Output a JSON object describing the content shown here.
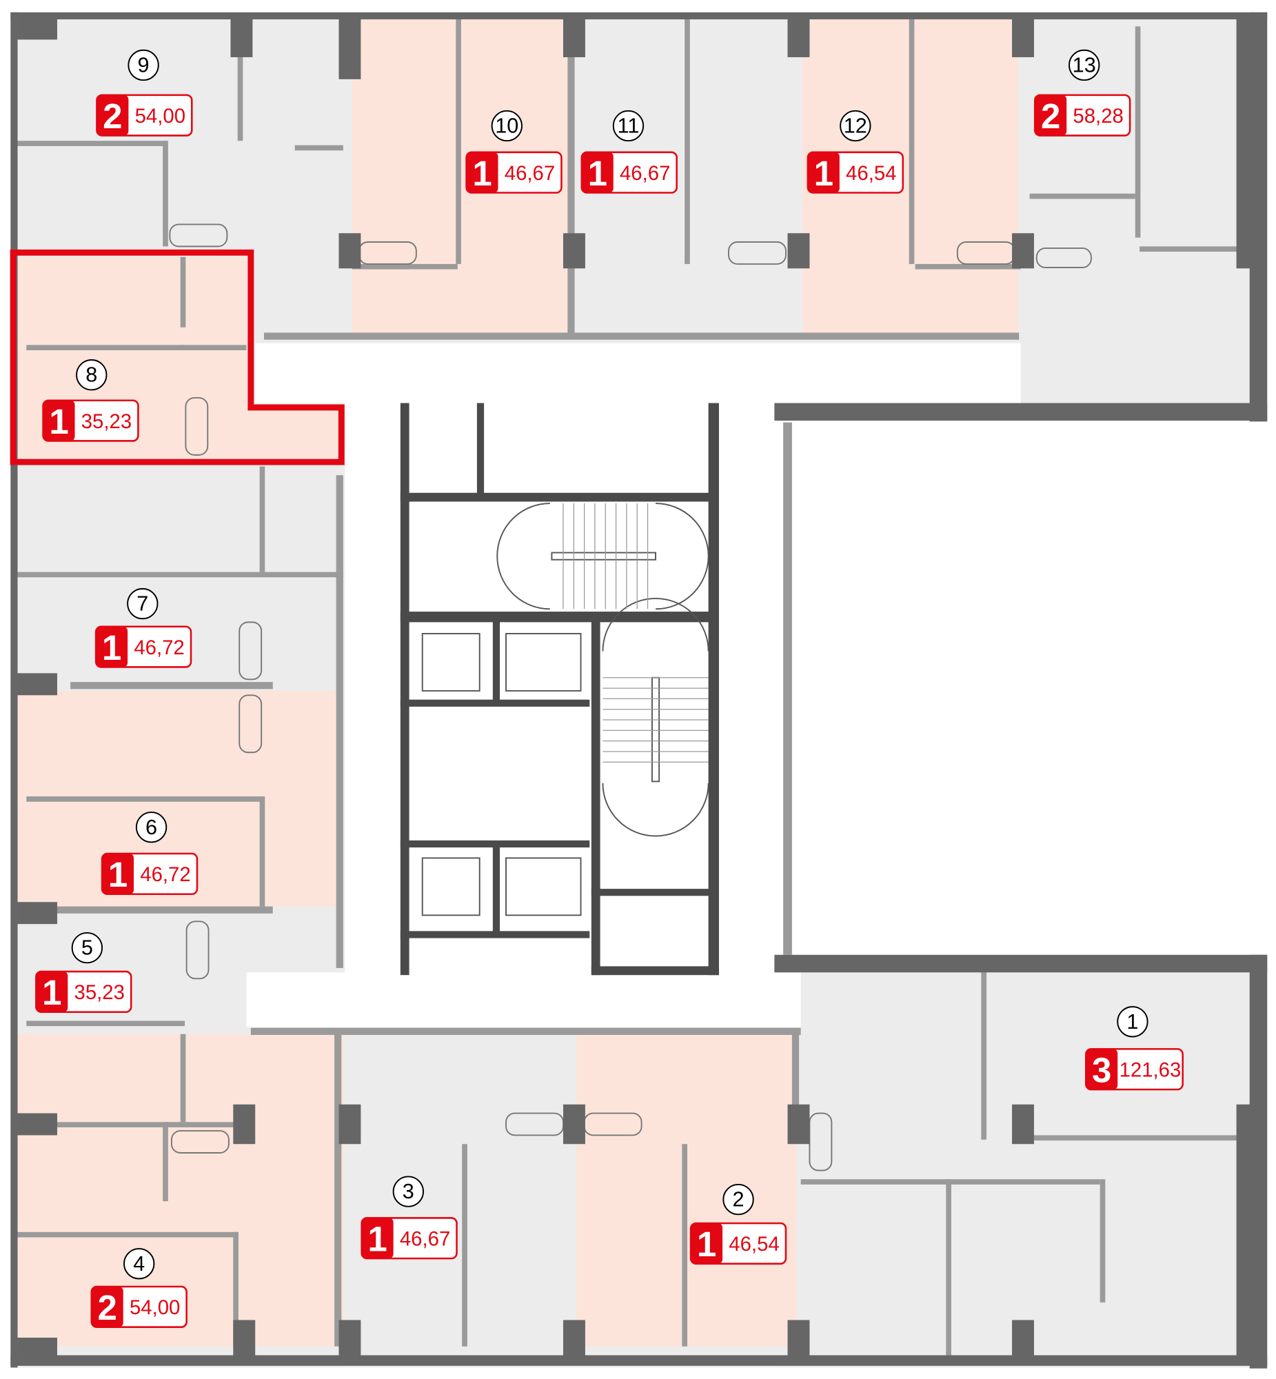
{
  "colors": {
    "accent": "#e30613",
    "sold": "#ececec",
    "available": "#fce4da",
    "wall_dark": "#666666",
    "wall_light": "#9a9a9a"
  },
  "selected_apartment": "8",
  "apartments": [
    {
      "number": "1",
      "rooms": "3",
      "area": "121,63"
    },
    {
      "number": "2",
      "rooms": "1",
      "area": "46,54"
    },
    {
      "number": "3",
      "rooms": "1",
      "area": "46,67"
    },
    {
      "number": "4",
      "rooms": "2",
      "area": "54,00"
    },
    {
      "number": "5",
      "rooms": "1",
      "area": "35,23"
    },
    {
      "number": "6",
      "rooms": "1",
      "area": "46,72"
    },
    {
      "number": "7",
      "rooms": "1",
      "area": "46,72"
    },
    {
      "number": "8",
      "rooms": "1",
      "area": "35,23"
    },
    {
      "number": "9",
      "rooms": "2",
      "area": "54,00"
    },
    {
      "number": "10",
      "rooms": "1",
      "area": "46,67"
    },
    {
      "number": "11",
      "rooms": "1",
      "area": "46,67"
    },
    {
      "number": "12",
      "rooms": "1",
      "area": "46,54"
    },
    {
      "number": "13",
      "rooms": "2",
      "area": "58,28"
    }
  ]
}
